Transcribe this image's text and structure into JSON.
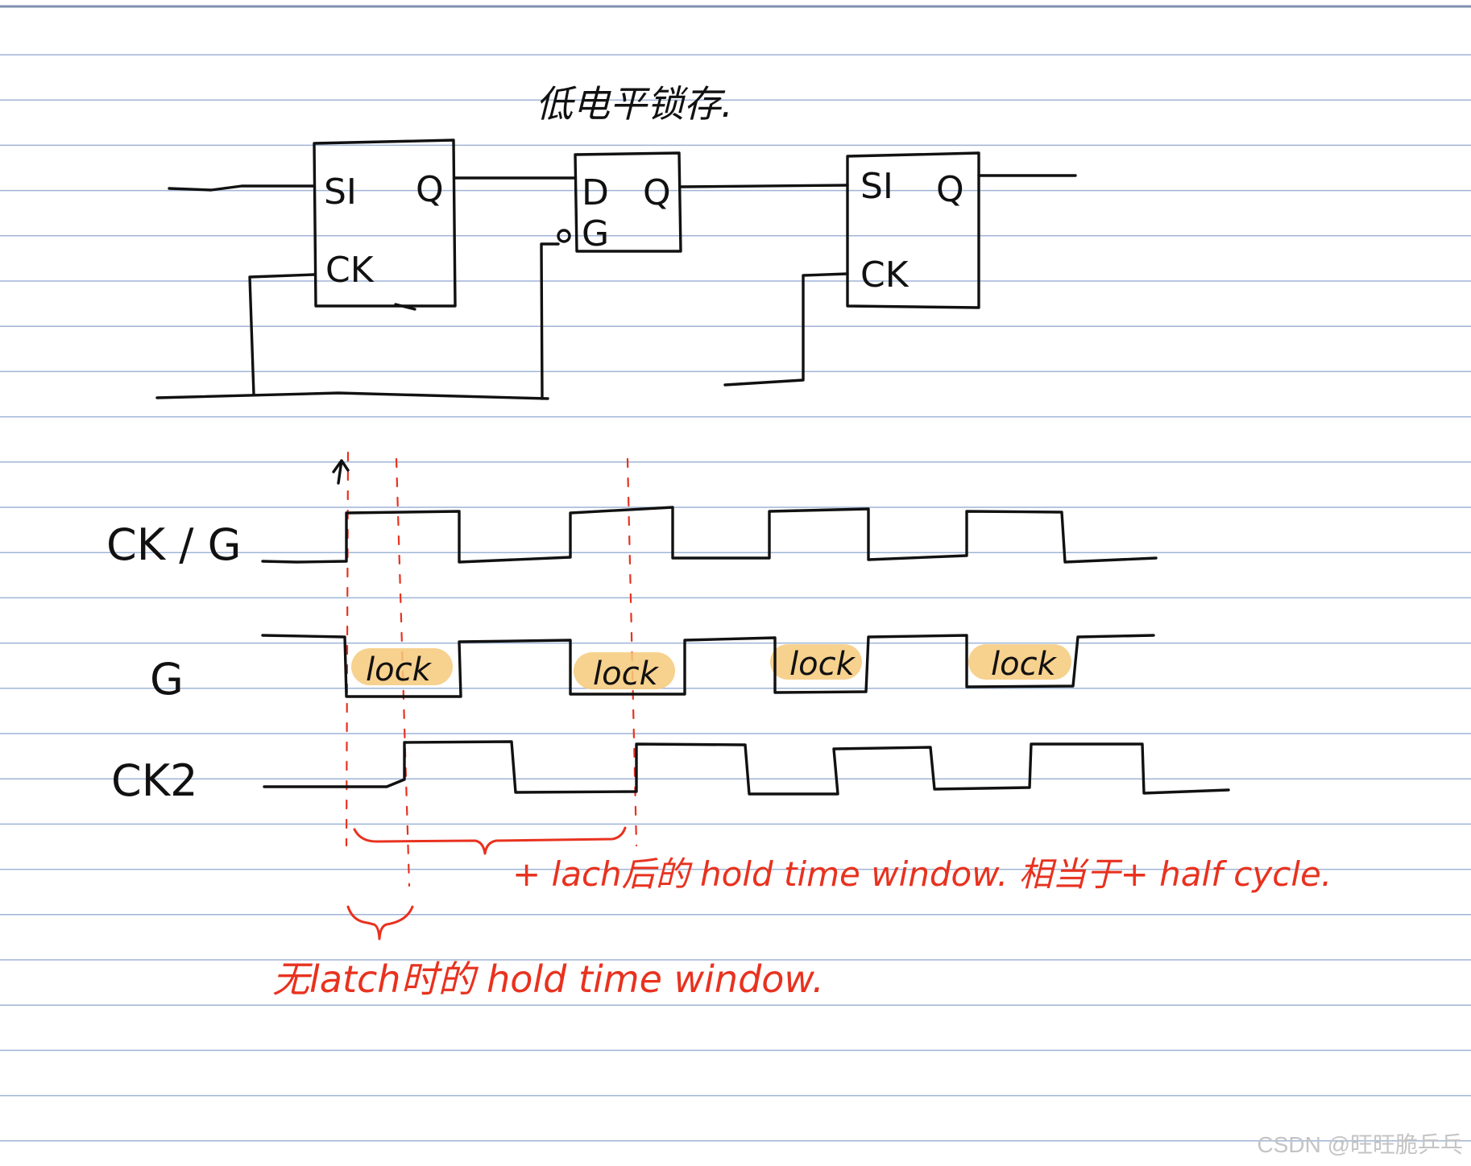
{
  "title": "低电平锁存.",
  "blocks": {
    "ff1": {
      "port_in": "SI",
      "port_out": "Q",
      "port_clk": "CK"
    },
    "latch": {
      "port_in": "D",
      "port_out": "Q",
      "port_enable": "G"
    },
    "ff2": {
      "port_in": "SI",
      "port_out": "Q",
      "port_clk": "CK"
    }
  },
  "waveforms": {
    "labels": [
      "CK / G",
      "G",
      "CK2"
    ],
    "lock_label": "lock"
  },
  "annotations": {
    "with_latch": "+ lach后的 hold time window. 相当于+ half cycle.",
    "without_latch": "无latch时的 hold time window."
  },
  "watermark": "CSDN @旺旺脆乒乓",
  "colors": {
    "ink": "#111111",
    "annotation": "#e8321f",
    "highlight": "#f6c97a",
    "ruling": "#9fb4d6"
  }
}
